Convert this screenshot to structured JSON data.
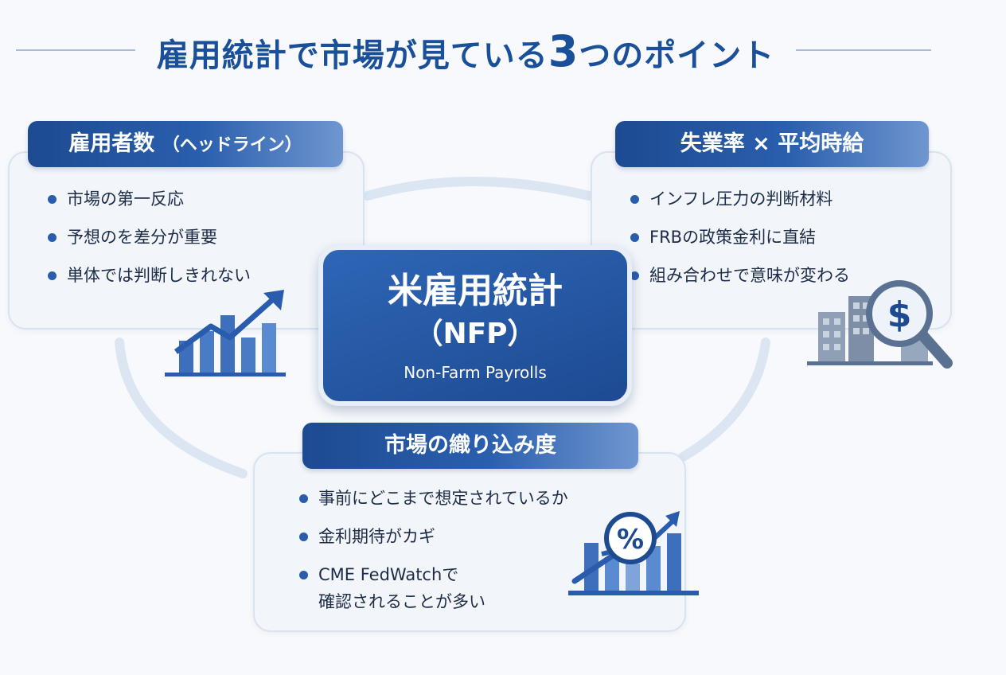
{
  "title": {
    "prefix": "雇用統計で市場が見ている",
    "number": "3",
    "suffix": "つのポイント"
  },
  "center": {
    "main": "米雇用統計",
    "abbr": "（NFP）",
    "sub": "Non-Farm Payrolls"
  },
  "cards": {
    "headline": {
      "label": "雇用者数",
      "label_paren": "（ヘッドライン）",
      "bullets": [
        "市場の第一反応",
        "予想のを差分が重要",
        "単体では判断しきれない"
      ],
      "icon": "bar-chart-up-arrow-icon"
    },
    "wages": {
      "label": "失業率 × 平均時給",
      "bullets": [
        "インフレ圧力の判断材料",
        "FRBの政策金利に直結",
        "組み合わせで意味が変わる"
      ],
      "icon": "building-dollar-magnifier-icon"
    },
    "pricing": {
      "label": "市場の織り込み度",
      "bullets": [
        "事前にどこまで想定されているか",
        "金利期待がカギ"
      ],
      "bullet_multi": [
        "CME FedWatchで",
        "確認されることが多い"
      ],
      "icon": "percent-bar-chart-icon"
    }
  },
  "colors": {
    "primary": "#1d4a91",
    "accent": "#2a5fae",
    "light_accent": "#6f96d0",
    "card_bg": "#f2f5fa",
    "background": "#f7f9fc",
    "title_text": "#1a4f9a"
  }
}
